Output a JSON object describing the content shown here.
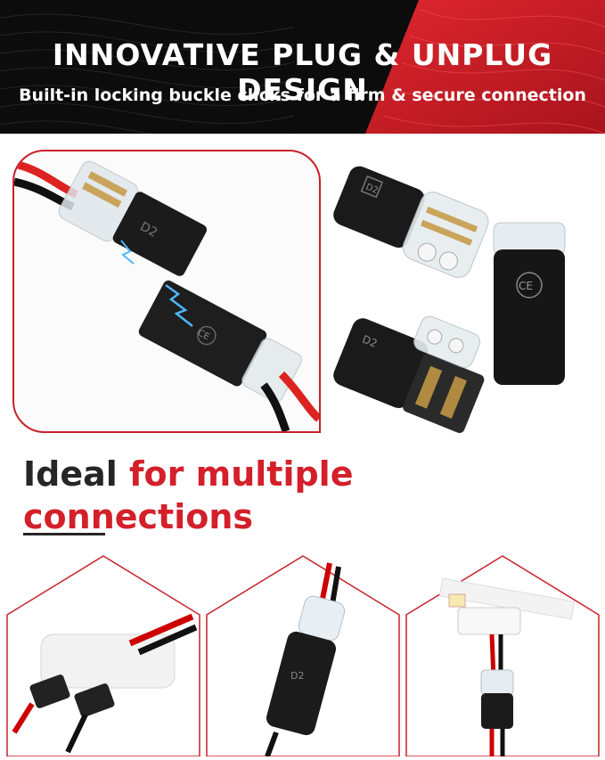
{
  "banner": {
    "headline": "INNOVATIVE PLUG & UNPLUG DESIGN",
    "subline": "Built-in locking buckle clicks for a firm & secure connection",
    "colors": {
      "dark": "#0c0c0c",
      "red": "#d3202a"
    }
  },
  "hero": {
    "connector_marks": [
      "D2",
      "CE"
    ]
  },
  "products": {
    "connector_marks": [
      "D2",
      "D2",
      "CE"
    ]
  },
  "tagline": {
    "word_1": "Ideal",
    "word_2": " for multiple",
    "line_2_start": "c",
    "line_2_rest": "onnections"
  },
  "examples": [
    {
      "name": "branch-splitter"
    },
    {
      "name": "inline-connector",
      "mark": "D2"
    },
    {
      "name": "led-strip-connector"
    }
  ]
}
